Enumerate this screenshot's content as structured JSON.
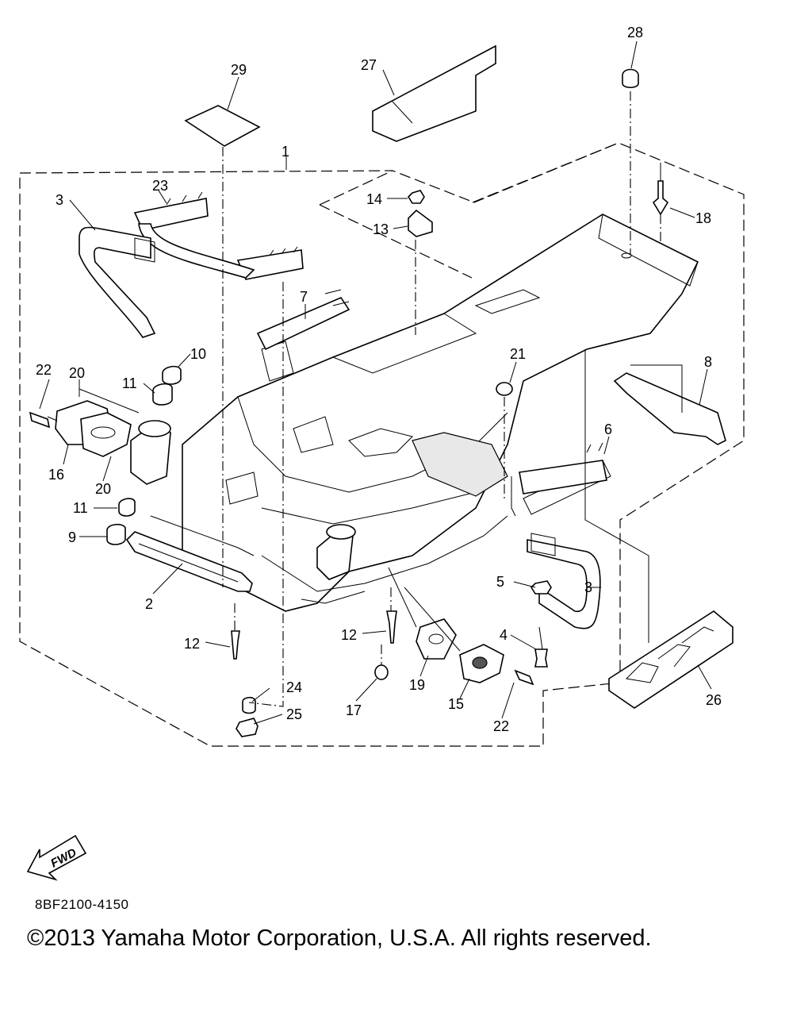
{
  "diagram": {
    "part_code": "8BF2100-4150",
    "copyright": "©2013 Yamaha Motor Corporation, U.S.A. All rights reserved.",
    "fwd_label": "FWD",
    "callouts": [
      "1",
      "2",
      "3",
      "3",
      "4",
      "5",
      "6",
      "7",
      "8",
      "9",
      "10",
      "11",
      "11",
      "12",
      "12",
      "13",
      "14",
      "15",
      "16",
      "17",
      "18",
      "19",
      "20",
      "20",
      "21",
      "22",
      "22",
      "23",
      "24",
      "25",
      "26",
      "27",
      "28",
      "29"
    ]
  }
}
